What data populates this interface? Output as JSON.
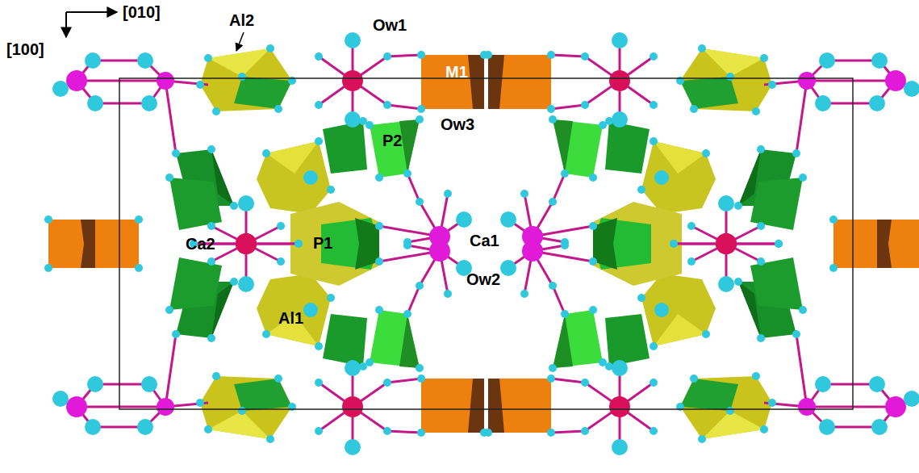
{
  "diagram": {
    "labels": [
      "[010]",
      "[100]",
      "Al2",
      "Ow1",
      "M1",
      "Ow3",
      "P2",
      "Ca2",
      "P1",
      "Ca1",
      "Ow2",
      "Al1"
    ]
  }
}
